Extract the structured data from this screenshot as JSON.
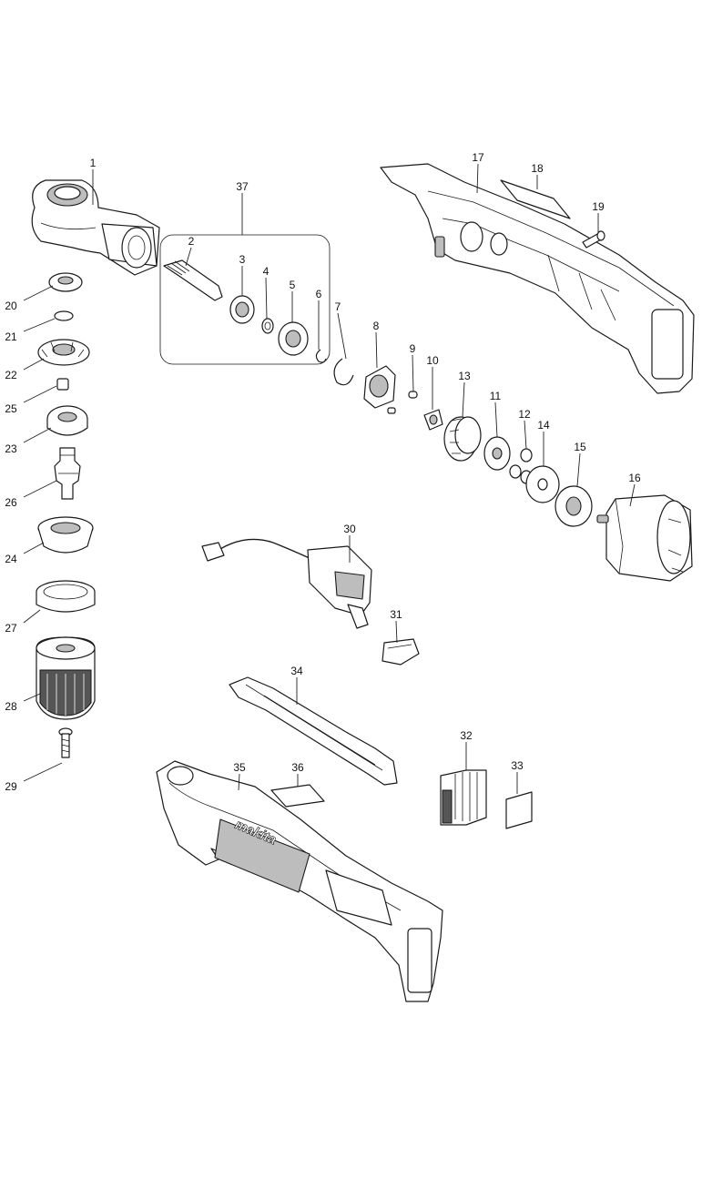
{
  "parts": [
    {
      "id": "p1",
      "number": "1"
    },
    {
      "id": "p2",
      "number": "2"
    },
    {
      "id": "p3",
      "number": "3"
    },
    {
      "id": "p4",
      "number": "4"
    },
    {
      "id": "p5",
      "number": "5"
    },
    {
      "id": "p6",
      "number": "6"
    },
    {
      "id": "p7",
      "number": "7"
    },
    {
      "id": "p8",
      "number": "8"
    },
    {
      "id": "p9",
      "number": "9"
    },
    {
      "id": "p10",
      "number": "10"
    },
    {
      "id": "p11",
      "number": "11"
    },
    {
      "id": "p12",
      "number": "12"
    },
    {
      "id": "p13",
      "number": "13"
    },
    {
      "id": "p14",
      "number": "14"
    },
    {
      "id": "p15",
      "number": "15"
    },
    {
      "id": "p16",
      "number": "16"
    },
    {
      "id": "p17",
      "number": "17"
    },
    {
      "id": "p18",
      "number": "18"
    },
    {
      "id": "p19",
      "number": "19"
    },
    {
      "id": "p20",
      "number": "20"
    },
    {
      "id": "p21",
      "number": "21"
    },
    {
      "id": "p22",
      "number": "22"
    },
    {
      "id": "p23",
      "number": "23"
    },
    {
      "id": "p24",
      "number": "24"
    },
    {
      "id": "p25",
      "number": "25"
    },
    {
      "id": "p26",
      "number": "26"
    },
    {
      "id": "p27",
      "number": "27"
    },
    {
      "id": "p28",
      "number": "28"
    },
    {
      "id": "p29",
      "number": "29"
    },
    {
      "id": "p30",
      "number": "30"
    },
    {
      "id": "p31",
      "number": "31"
    },
    {
      "id": "p32",
      "number": "32"
    },
    {
      "id": "p33",
      "number": "33"
    },
    {
      "id": "p34",
      "number": "34"
    },
    {
      "id": "p35",
      "number": "35"
    },
    {
      "id": "p36",
      "number": "36"
    },
    {
      "id": "p37",
      "number": "37"
    }
  ],
  "brand_mark": "makita"
}
